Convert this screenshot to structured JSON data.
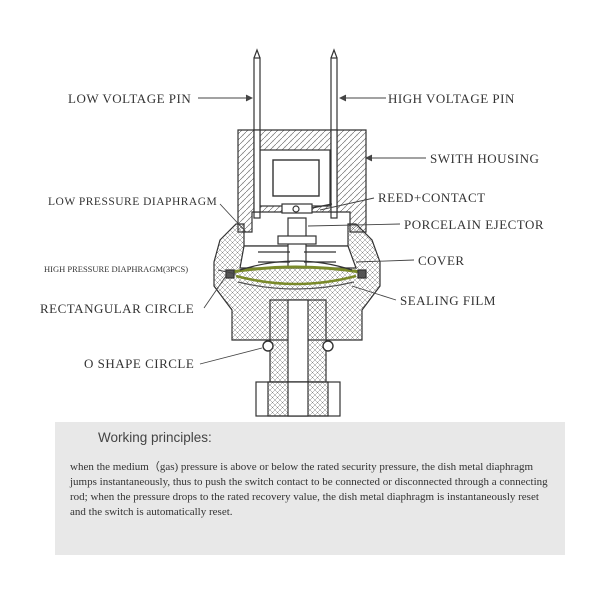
{
  "labels": {
    "low_voltage_pin": "LOW VOLTAGE PIN",
    "high_voltage_pin": "HIGH VOLTAGE PIN",
    "switch_housing": "SWITH HOUSING",
    "reed_contact": "REED+CONTACT",
    "low_pressure_diaphragm": "LOW PRESSURE DIAPHRAGM",
    "porcelain_ejector": "PORCELAIN EJECTOR",
    "cover": "COVER",
    "high_pressure_diaphragm": "HIGH PRESSURE DIAPHRAGM(3PCS)",
    "sealing_film": "SEALING FILM",
    "rectangular_circle": "RECTANGULAR CIRCLE",
    "o_shape_circle": "O SHAPE CIRCLE"
  },
  "principles": {
    "title": "Working principles:",
    "body": "when the medium（gas) pressure is above or below the rated security pressure, the dish metal diaphragm jumps instantaneously, thus to push the switch contact to be connected or disconnected through a connecting rod; when the pressure drops to the rated recovery value, the dish metal diaphragm is instantaneously reset and the switch is automatically reset."
  },
  "colors": {
    "line": "#333333",
    "diaphragm_green": "#7a8a2a",
    "panel": "#e8e8e8"
  }
}
